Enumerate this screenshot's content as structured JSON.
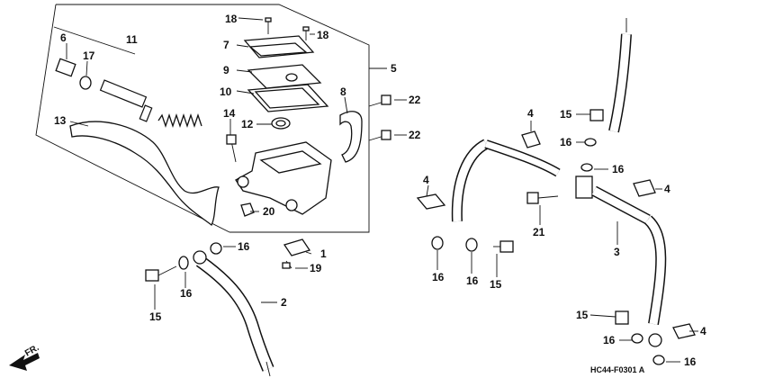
{
  "diagram": {
    "code": "HC44-F0301 A",
    "direction": "FR.",
    "labels": {
      "l1": "1",
      "l2": "2",
      "l3": "3",
      "l4a": "4",
      "l4b": "4",
      "l4c": "4",
      "l4d": "4",
      "l5": "5",
      "l6": "6",
      "l7": "7",
      "l8": "8",
      "l9": "9",
      "l10": "10",
      "l11": "11",
      "l12": "12",
      "l13": "13",
      "l14": "14",
      "l15a": "15",
      "l15b": "15",
      "l15c": "15",
      "l15d": "15",
      "l16a": "16",
      "l16b": "16",
      "l16c": "16",
      "l16d": "16",
      "l16e": "16",
      "l16f": "16",
      "l16g": "16",
      "l16h": "16",
      "l17": "17",
      "l18a": "18",
      "l18b": "18",
      "l19": "19",
      "l20": "20",
      "l21": "21",
      "l22a": "22",
      "l22b": "22"
    }
  }
}
